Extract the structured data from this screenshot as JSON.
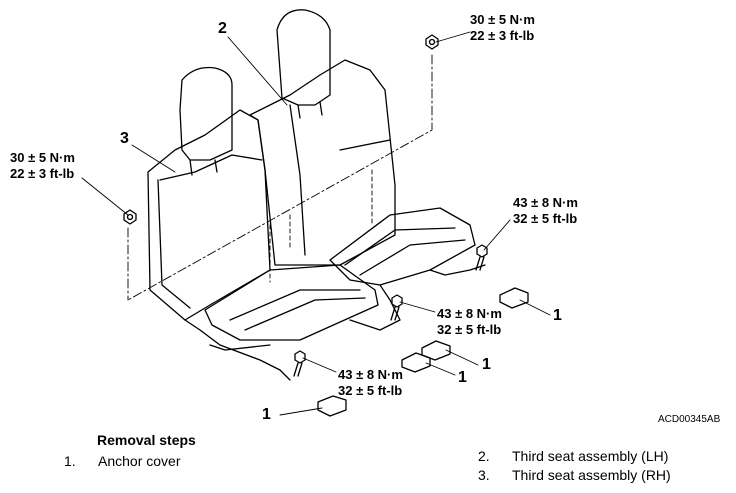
{
  "torque_labels": [
    {
      "nm": "30 ± 5 N·m",
      "ftlb": "22 ± 3 ft-lb"
    },
    {
      "nm": "30 ± 5 N·m",
      "ftlb": "22 ± 3 ft-lb"
    },
    {
      "nm": "43 ± 8 N·m",
      "ftlb": "32 ± 5 ft-lb"
    },
    {
      "nm": "43 ± 8 N·m",
      "ftlb": "32 ± 5 ft-lb"
    },
    {
      "nm": "43 ± 8 N·m",
      "ftlb": "32 ± 5 ft-lb"
    }
  ],
  "callouts": [
    "2",
    "3",
    "1",
    "1",
    "1",
    "1"
  ],
  "figure_code": "ACD00345AB",
  "removal": {
    "title": "Removal steps",
    "steps": [
      {
        "num": "1.",
        "text": "Anchor cover"
      },
      {
        "num": "2.",
        "text": "Third seat assembly (LH)"
      },
      {
        "num": "3.",
        "text": "Third seat assembly (RH)"
      }
    ]
  }
}
